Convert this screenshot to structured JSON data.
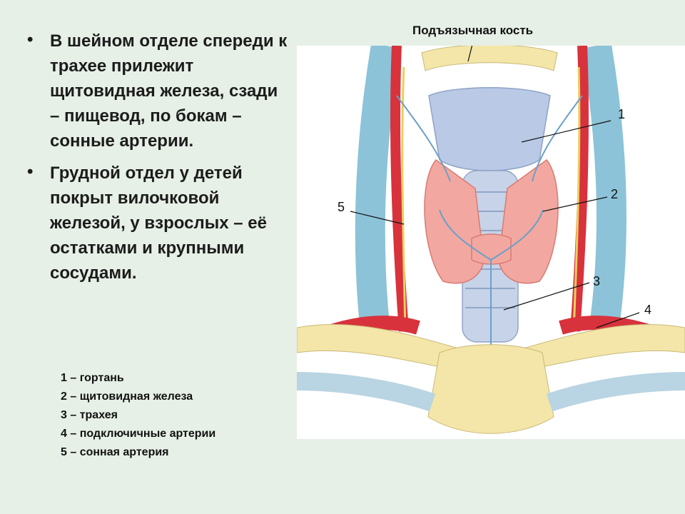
{
  "bullets": [
    {
      "text": "В шейном отделе спереди к трахее прилежит щитовидная железа, сзади – пищевод, по бокам – сонные артерии."
    },
    {
      "text": " Грудной отдел у детей покрыт вилочковой железой, у взрослых – её остатками и крупными сосудами."
    }
  ],
  "figure": {
    "title": "Подъязычная кость",
    "labels": [
      "1",
      "2",
      "3",
      "4",
      "5"
    ]
  },
  "legend": [
    "1 – гортань",
    "2 – щитовидная железа",
    "3 – трахея",
    "4 – подключичные артерии",
    "5 – сонная артерия"
  ],
  "colors": {
    "background": "#e6f0e6",
    "artery": "#d8323c",
    "vein": "#7fb8cf",
    "thyroid": "#f2a8a0",
    "bone": "#f3e6a8",
    "cartilage": "#b9c9e6"
  }
}
